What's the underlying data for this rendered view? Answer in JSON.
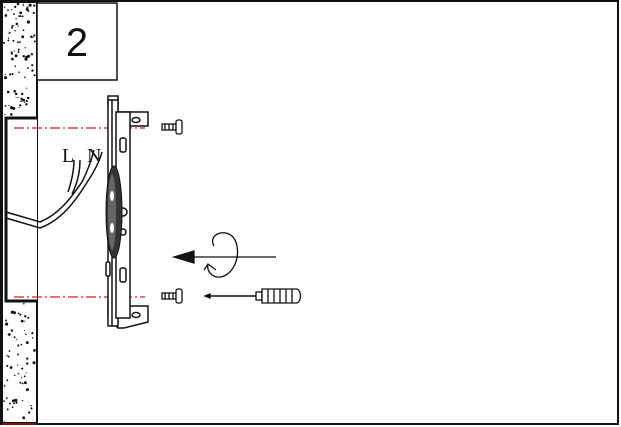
{
  "step": {
    "number": "2"
  },
  "wires": {
    "live_label": "L",
    "neutral_label": "N"
  },
  "colors": {
    "guide_line": "#cc2222",
    "line_art": "#111111",
    "background": "#ffffff"
  },
  "icons": {
    "tool": "screwdriver-icon",
    "fastener": "screw-icon",
    "motion": "rotate-arrow-icon"
  }
}
